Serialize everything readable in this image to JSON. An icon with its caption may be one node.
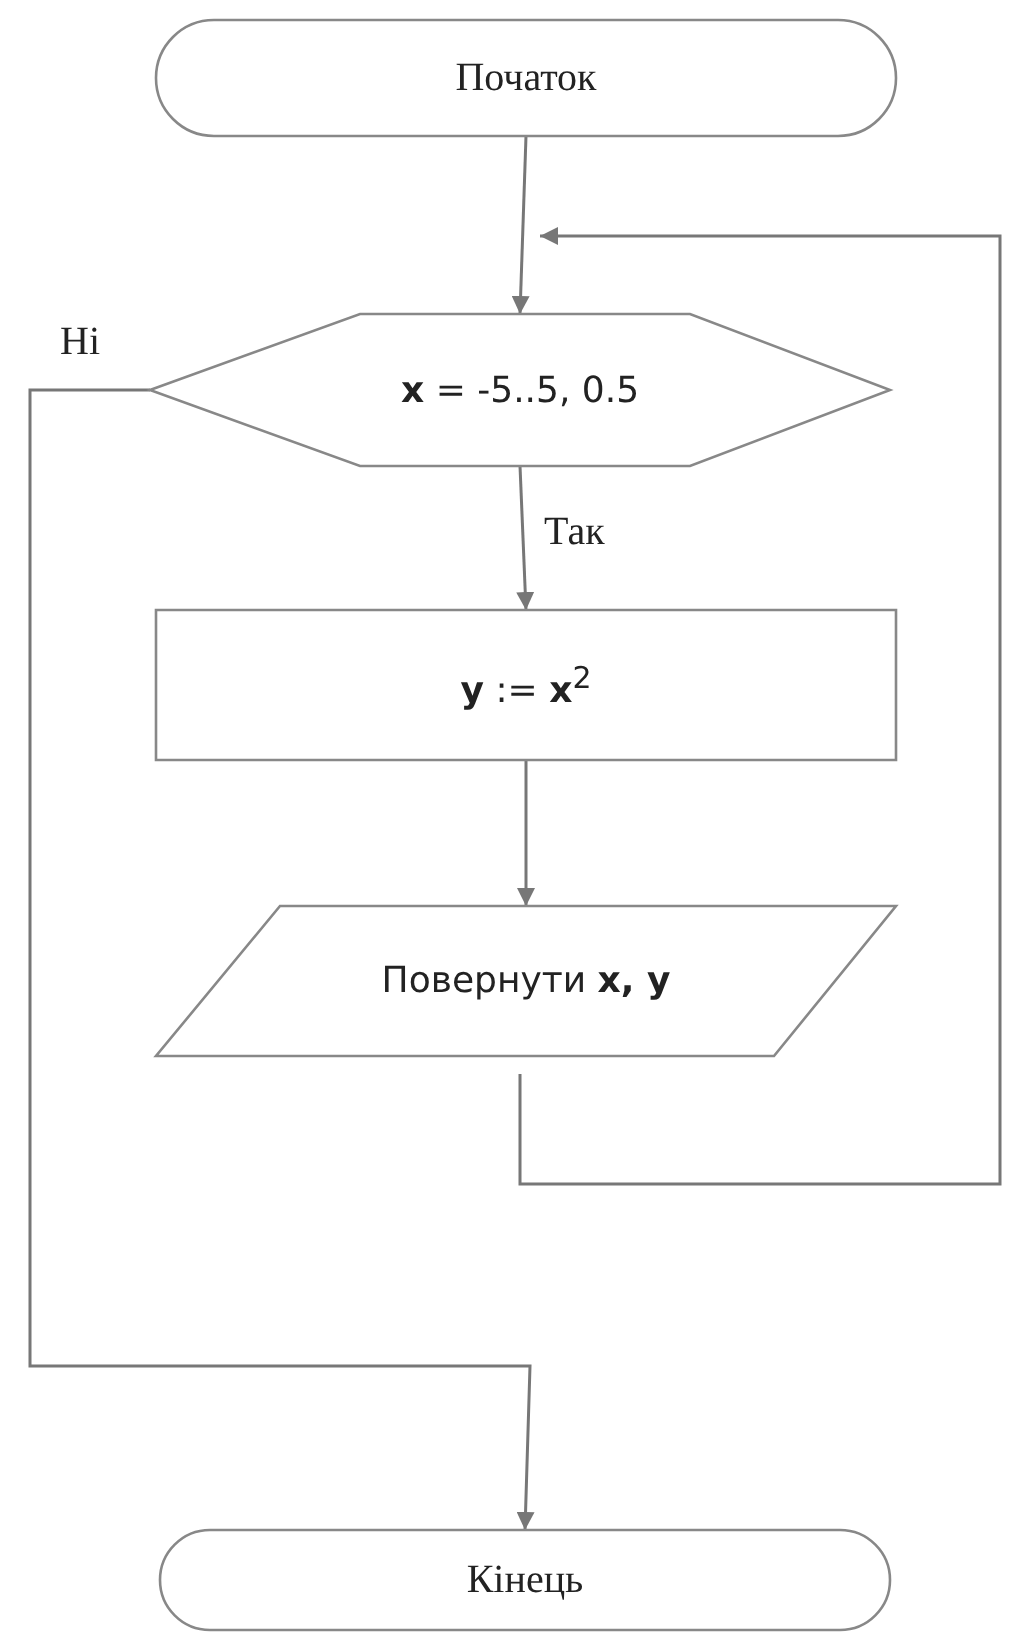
{
  "diagram": {
    "nodes": [
      {
        "text": [
          "Початок"
        ]
      },
      {
        "text": [
          "**x** = -5..5, 0.5"
        ]
      },
      {
        "text": [
          "**y** := **x**$^{2}$"
        ]
      },
      {
        "text": [
          "Повернути **x, y**"
        ]
      },
      {
        "text": [
          "Кінець"
        ]
      }
    ],
    "edges": [
      {
        "from": 0,
        "to": 1,
        "arrow": "to"
      },
      {
        "from": 1,
        "to": 2,
        "arrow": "to",
        "label": "Так"
      },
      {
        "from": 2,
        "to": 3,
        "arrow": "to"
      },
      {
        "from": 3,
        "to": 1,
        "arrow": "to"
      },
      {
        "from": 1,
        "to": 4,
        "arrow": "to",
        "label": "Ні"
      }
    ]
  }
}
